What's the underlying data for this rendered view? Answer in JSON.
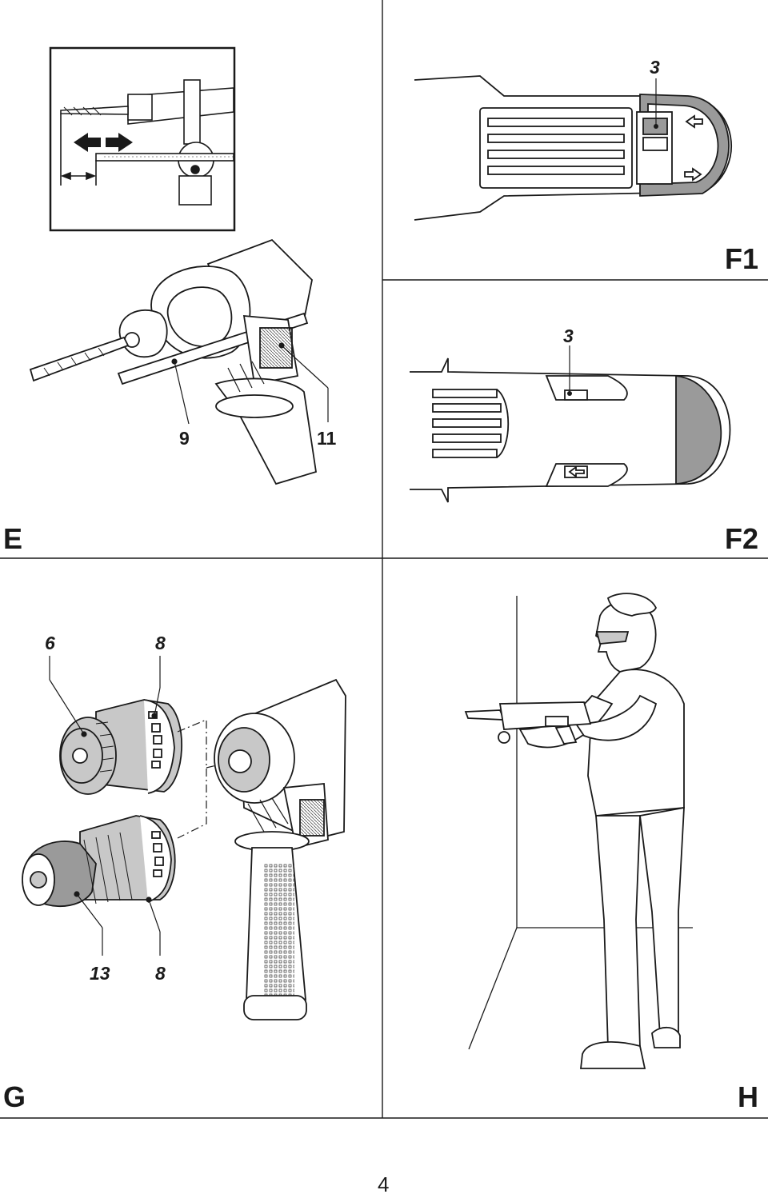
{
  "page": {
    "number": "4"
  },
  "panels": {
    "E": {
      "label": "E",
      "callouts": {
        "rod": "9",
        "knob": "11"
      }
    },
    "F1": {
      "label": "F1",
      "callouts": {
        "selector": "3"
      }
    },
    "F2": {
      "label": "F2",
      "callouts": {
        "selector": "3"
      }
    },
    "G": {
      "label": "G",
      "callouts": {
        "sds_chuck": "6",
        "ring_top": "8",
        "keyless_chuck": "13",
        "ring_bottom": "8"
      }
    },
    "H": {
      "label": "H"
    }
  },
  "icons": [
    "depth-gauge-icon",
    "direction-arrows-icon",
    "drill-icon",
    "chuck-icon",
    "person-drilling-icon"
  ],
  "colors": {
    "line": "#1a1a1a",
    "grey_fill": "#9a9a9a",
    "light_fill": "#c8c8c8",
    "paper": "#ffffff"
  }
}
